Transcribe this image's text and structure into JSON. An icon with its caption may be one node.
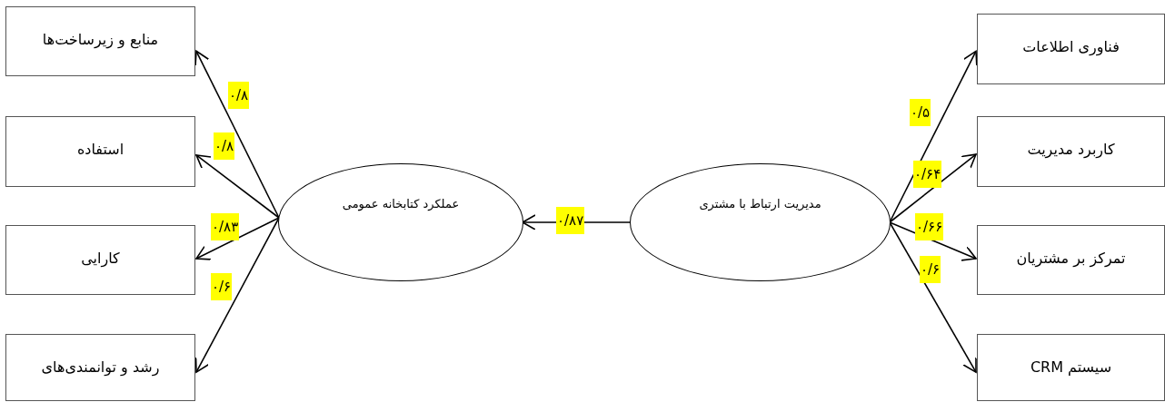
{
  "diagram": {
    "nodes": [
      {
        "text": [
          "منابع و زیرساخت‌ها"
        ]
      },
      {
        "text": [
          "استفاده"
        ]
      },
      {
        "text": [
          "کارایی"
        ]
      },
      {
        "text": [
          "رشد و توانمندی‌های"
        ]
      },
      {
        "text": [
          "عملکرد کتابخانه عمومی"
        ]
      },
      {
        "text": [
          "مدیریت ارتباط با مشتری"
        ]
      },
      {
        "text": [
          "فناوری اطلاعات"
        ]
      },
      {
        "text": [
          "کاربرد مدیریت"
        ]
      },
      {
        "text": [
          "تمرکز بر مشتریان"
        ]
      },
      {
        "text": [
          "سیستم CRM"
        ]
      }
    ],
    "edges": [
      {
        "from": 5,
        "to": 4,
        "arrow": "to",
        "label": "۰/۸۷"
      },
      {
        "from": 4,
        "to": 0,
        "arrow": "to",
        "label": "۰/۸"
      },
      {
        "from": 4,
        "to": 1,
        "arrow": "to",
        "label": "۰/۸"
      },
      {
        "from": 4,
        "to": 2,
        "arrow": "to",
        "label": "۰/۸۳"
      },
      {
        "from": 4,
        "to": 3,
        "arrow": "to",
        "label": "۰/۶"
      },
      {
        "from": 5,
        "to": 6,
        "arrow": "to",
        "label": "۰/۵"
      },
      {
        "from": 5,
        "to": 7,
        "arrow": "to",
        "label": "۰/۶۴"
      },
      {
        "from": 5,
        "to": 8,
        "arrow": "to",
        "label": "۰/۶۶"
      },
      {
        "from": 5,
        "to": 9,
        "arrow": "to",
        "label": "۰/۶"
      }
    ]
  }
}
